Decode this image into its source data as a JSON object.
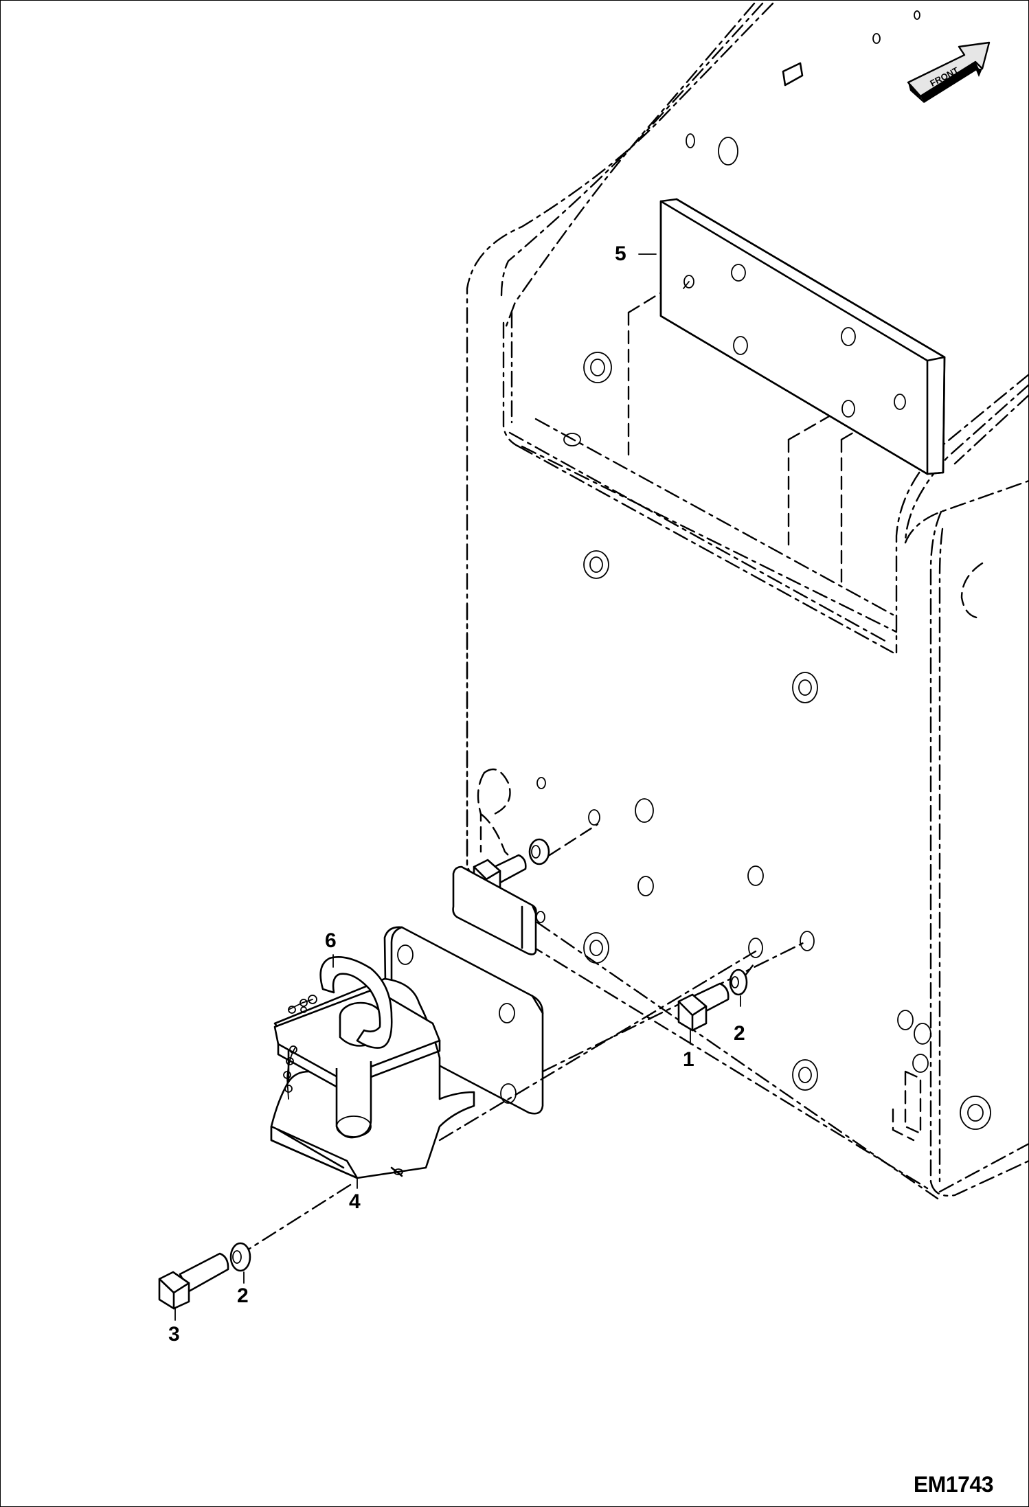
{
  "diagram": {
    "figure_code": "EM1743",
    "front_arrow_label": "FRONT",
    "callouts": [
      {
        "id": "1",
        "label": "1"
      },
      {
        "id": "2a",
        "label": "2"
      },
      {
        "id": "2b",
        "label": "2"
      },
      {
        "id": "3",
        "label": "3"
      },
      {
        "id": "4",
        "label": "4"
      },
      {
        "id": "5",
        "label": "5"
      },
      {
        "id": "6",
        "label": "6"
      }
    ]
  },
  "icons": {
    "front_arrow": "front-direction-arrow-icon"
  },
  "colors": {
    "line": "#000000",
    "background": "#ffffff"
  }
}
